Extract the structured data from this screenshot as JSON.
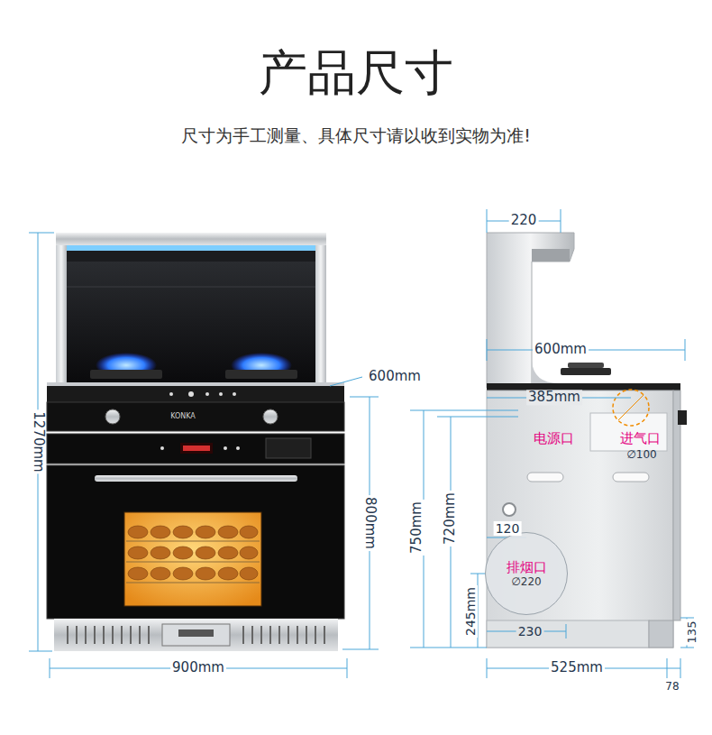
{
  "diagram": {
    "title": "产品尺寸",
    "caption": "尺寸为手工测量、具体尺寸请以收到实物为准!",
    "nodes": [
      {
        "text": [
          "排烟口",
          "∅220"
        ]
      }
    ],
    "labels": [
      "KONKA",
      "1270mm",
      "600mm",
      "800mm",
      "900mm",
      "220",
      "600mm",
      "385mm",
      "电源口",
      "进气口",
      "∅100",
      "750mm",
      "720mm",
      "120",
      "245mm",
      "230",
      "135",
      "525mm",
      "78"
    ]
  }
}
